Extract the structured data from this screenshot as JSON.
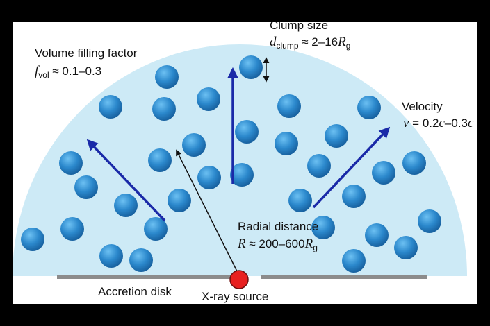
{
  "labels": {
    "volume_filling": {
      "title": "Volume filling factor",
      "symbol": "f",
      "subscript": "vol",
      "relation": "≈ 0.1–0.3"
    },
    "clump_size": {
      "title": "Clump size",
      "symbol": "d",
      "subscript": "clump",
      "relation": "≈ 2–16",
      "unit_symbol": "R",
      "unit_subscript": "g"
    },
    "velocity": {
      "title": "Velocity",
      "symbol": "v",
      "relation_pre": "= 0.2",
      "c1": "c",
      "relation_mid": "–0.3",
      "c2": "c"
    },
    "radial_distance": {
      "title": "Radial distance",
      "symbol": "R",
      "relation": "≈ 200–600",
      "unit_symbol": "R",
      "unit_subscript": "g"
    },
    "accretion_disk": "Accretion disk",
    "xray_source": "X-ray source"
  },
  "colors": {
    "outflow_region": "#cdeaf6",
    "clump": "#2b88cc",
    "velocity_arrow": "#1a2aa8",
    "source": "#e82020",
    "disk": "#8c8c8c"
  }
}
